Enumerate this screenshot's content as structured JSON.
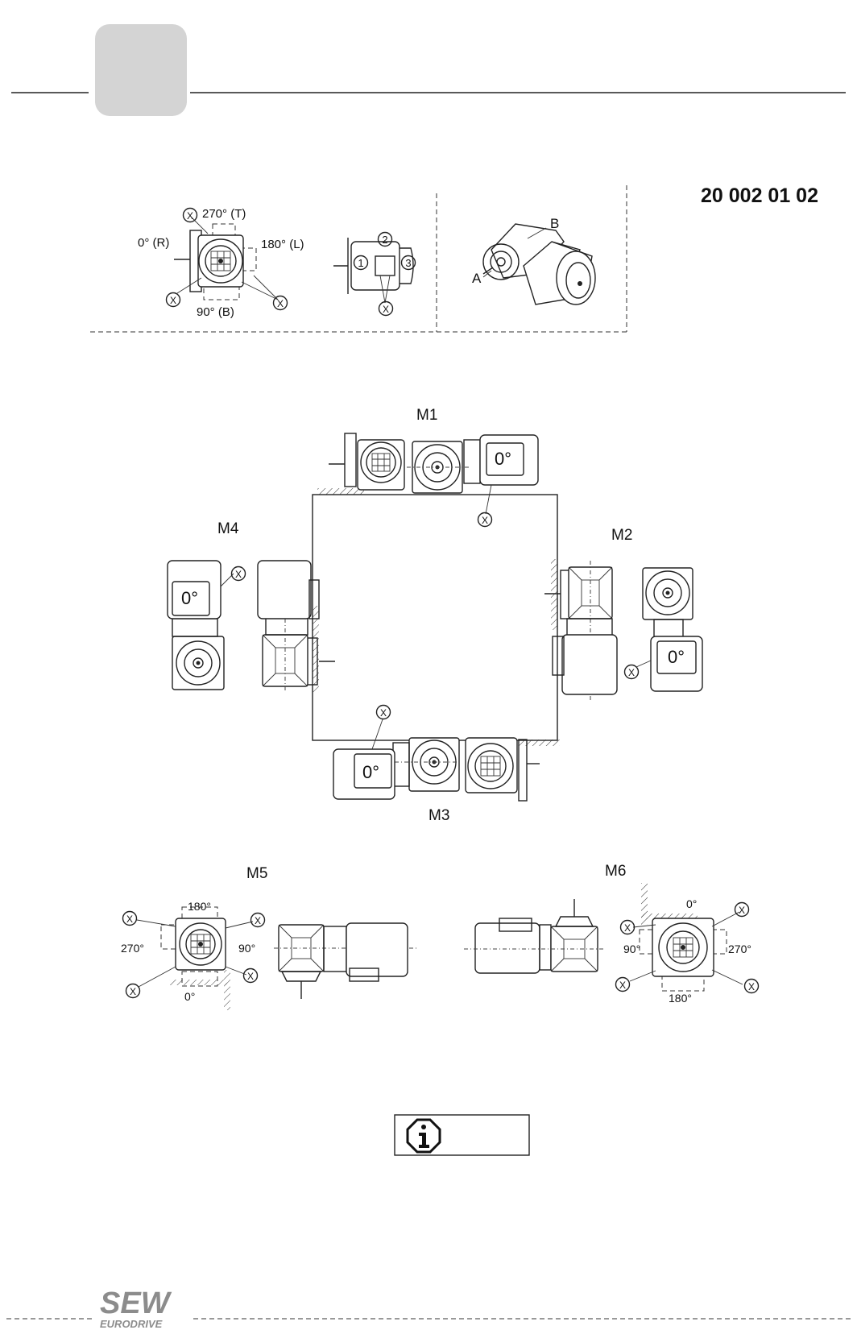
{
  "header": {
    "tab_color": "#d4d4d4"
  },
  "catalog_number": "20 002 01 02",
  "legend_left": {
    "angle_270": "270° (T)",
    "angle_0": "0° (R)",
    "angle_180": "180° (L)",
    "angle_90": "90° (B)",
    "x_marker": "X",
    "pos_1": "1",
    "pos_2": "2",
    "pos_3": "3"
  },
  "legend_photo": {
    "label_a": "A",
    "label_b": "B"
  },
  "mounting": {
    "m1": "M1",
    "m2": "M2",
    "m3": "M3",
    "m4": "M4",
    "motor_angle": "0°",
    "x_marker": "X"
  },
  "m5": {
    "title": "M5",
    "angle_180": "180°",
    "angle_270": "270°",
    "angle_90": "90°",
    "angle_0": "0°",
    "x_marker": "X"
  },
  "m6": {
    "title": "M6",
    "angle_0": "0°",
    "angle_90": "90°",
    "angle_270": "270°",
    "angle_180": "180°",
    "x_marker": "X"
  },
  "footer": {
    "logo_top": "SEW",
    "logo_bottom": "EURODRIVE",
    "info_icon": "info-icon"
  }
}
